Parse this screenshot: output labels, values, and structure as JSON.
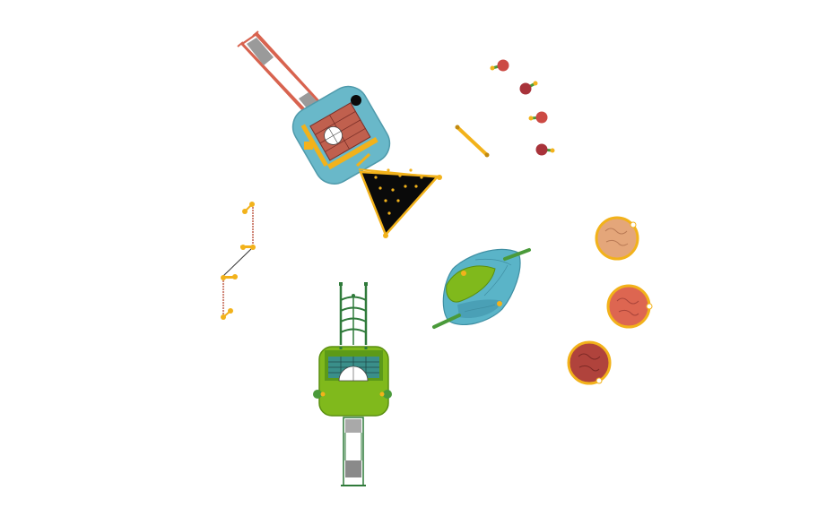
{
  "drawing": {
    "kind": "playground-equipment-top-view",
    "background": "#ffffff",
    "equipment": [
      {
        "id": "tower-blue",
        "icon": "play-tower-icon",
        "colors": {
          "deck": "#69b8c9",
          "roof": "#c0604e",
          "trim": "#f2b21b"
        }
      },
      {
        "id": "slide-ladder-blue",
        "icon": "slide-icon",
        "colors": {
          "rail": "#d8634f",
          "bed": "#9a9a9a"
        }
      },
      {
        "id": "climbing-net",
        "icon": "climbing-net-icon",
        "colors": {
          "net": "#0a0a0a",
          "frame": "#f2b21b"
        }
      },
      {
        "id": "balance-beam-yellow",
        "icon": "balance-beam-icon",
        "colors": {
          "beam": "#f2b21b"
        }
      },
      {
        "id": "spring-riders",
        "icon": "spring-rider-icon",
        "count": 4,
        "colors": {
          "seat": "#cc4a44",
          "grip": "#4a9a3a"
        }
      },
      {
        "id": "rope-course",
        "icon": "rope-course-icon",
        "colors": {
          "post": "#f2b21b",
          "rope": "#c0604e"
        }
      },
      {
        "id": "tower-green",
        "icon": "play-tower-icon",
        "colors": {
          "deck": "#80b91c",
          "frame": "#2f7a3a"
        }
      },
      {
        "id": "climbing-ladder-green",
        "icon": "climbing-ladder-icon",
        "colors": {
          "frame": "#2f7a3a"
        }
      },
      {
        "id": "slide-green",
        "icon": "slide-icon",
        "colors": {
          "rail": "#2f7a3a",
          "bed": "#a9a9a9"
        }
      },
      {
        "id": "climbing-rock",
        "icon": "climbing-rock-icon",
        "colors": {
          "rock": "#5ab4c8",
          "moss": "#80b91c"
        }
      },
      {
        "id": "stepping-pad-tan",
        "icon": "stepping-pad-icon",
        "colors": {
          "top": "#e4a67a",
          "rim": "#f2b21b"
        }
      },
      {
        "id": "stepping-pad-red",
        "icon": "stepping-pad-icon",
        "colors": {
          "top": "#dd6651",
          "rim": "#f2b21b"
        }
      },
      {
        "id": "stepping-pad-dark",
        "icon": "stepping-pad-icon",
        "colors": {
          "top": "#b0433c",
          "rim": "#f2b21b"
        }
      }
    ]
  }
}
